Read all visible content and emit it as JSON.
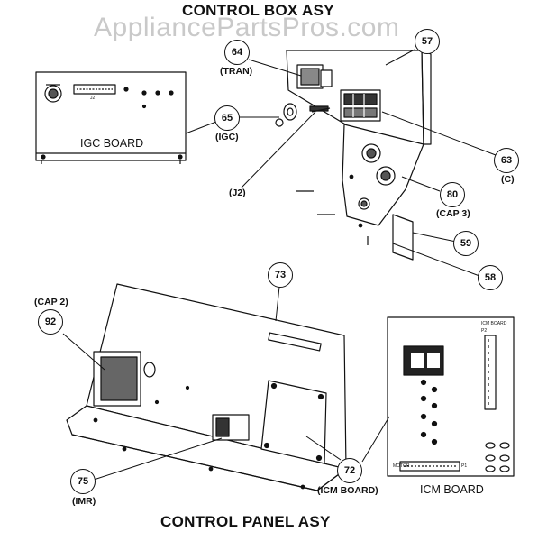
{
  "watermark": "AppliancePartsPros.com",
  "titles": {
    "control_box": "CONTROL BOX ASY",
    "control_panel": "CONTROL PANEL ASY"
  },
  "boards": {
    "igc_board": "IGC BOARD",
    "icm_board": "ICM BOARD",
    "igc_j2": "J2",
    "icm_inner_title": "ICM BOARD",
    "icm_p2": "P2",
    "icm_p1": "P1",
    "icm_motor_label": "MOTOR"
  },
  "callouts": {
    "c57": "57",
    "c64": "64",
    "c65": "65",
    "c63": "63",
    "c80": "80",
    "c59": "59",
    "c58": "58",
    "c73": "73",
    "c92": "92",
    "c75": "75",
    "c72": "72"
  },
  "labels": {
    "tran": "(TRAN)",
    "igc": "(IGC)",
    "j2": "(J2)",
    "c": "(C)",
    "cap3": "(CAP 3)",
    "cap2": "(CAP 2)",
    "imr": "(IMR)",
    "icm_board": "(ICM BOARD)"
  }
}
